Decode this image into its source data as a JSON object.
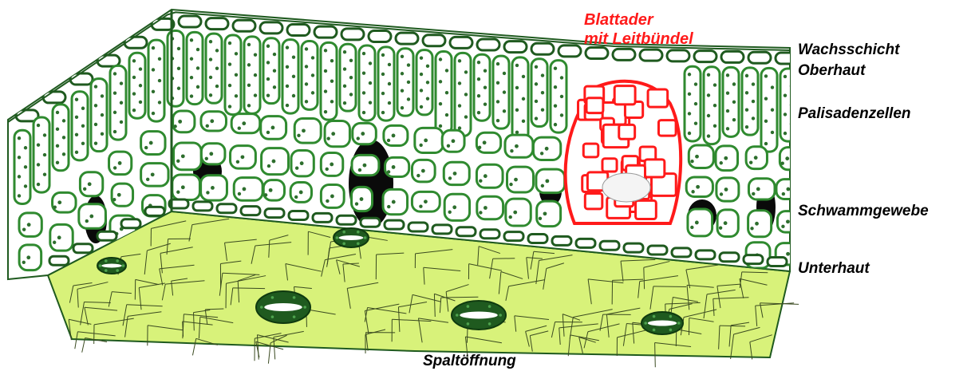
{
  "labels": {
    "blattader_line1": "Blattader",
    "blattader_line2": "mit Leitbündel",
    "wachsschicht": "Wachsschicht",
    "oberhaut": "Oberhaut",
    "palisadenzellen": "Palisadenzellen",
    "schwammgewebe": "Schwammgewebe",
    "unterhaut": "Unterhaut",
    "spaltoeffnung": "Spaltöffnung"
  },
  "colors": {
    "cell_wall": "#1f5a1f",
    "cell_green": "#2f8a2f",
    "chloroplast": "#2d6e2d",
    "lower_surface": "#d8f27a",
    "vein": "#ff1a1a",
    "air_space": "#0a0a0a",
    "label_red": "#ff1a1a",
    "label_black": "#000000"
  },
  "icons": [
    "leaf-cross-section",
    "stoma-icon",
    "vascular-bundle-icon"
  ]
}
